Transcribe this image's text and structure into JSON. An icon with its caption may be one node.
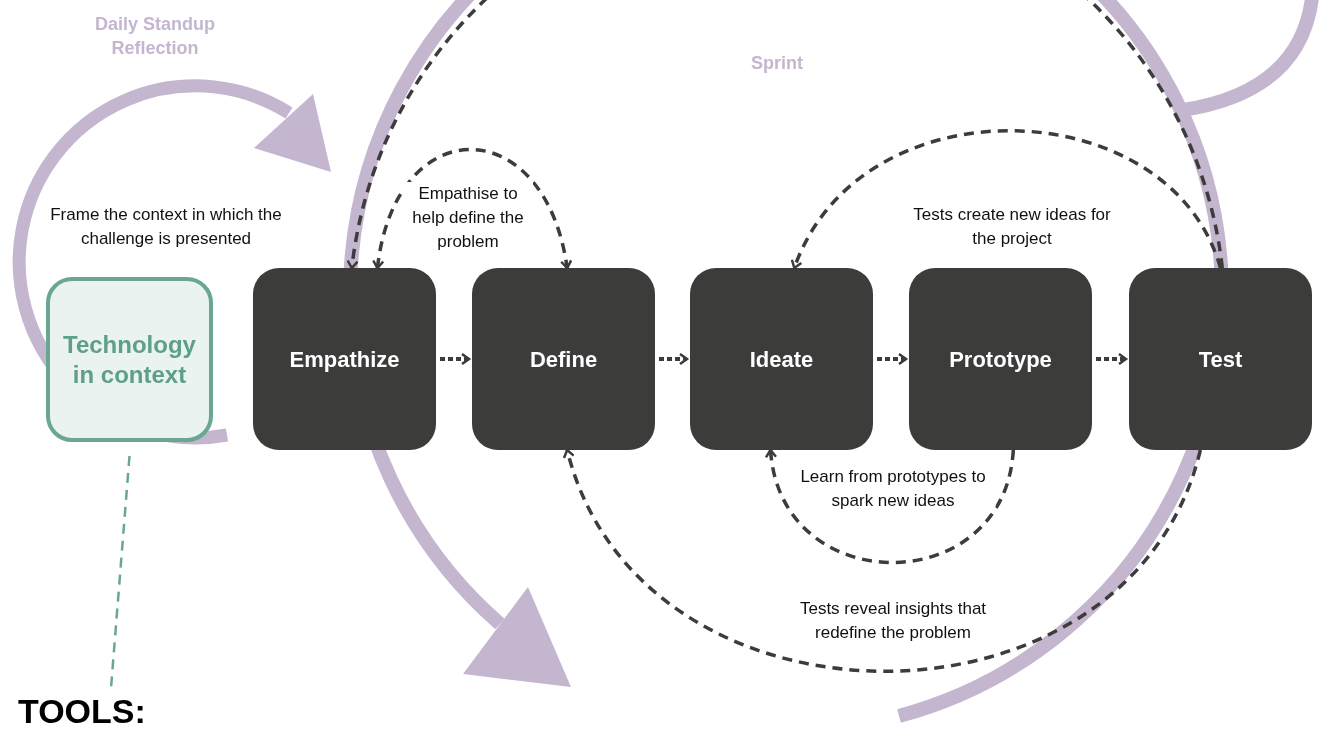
{
  "diagram": {
    "nodes": [
      {
        "text": [
          "Technology in context"
        ],
        "beside": [
          "Frame the context in which the challenge is presented"
        ]
      },
      {
        "text": [
          "Empathize"
        ]
      },
      {
        "text": [
          "Define"
        ]
      },
      {
        "text": [
          "Ideate"
        ]
      },
      {
        "text": [
          "Prototype"
        ]
      },
      {
        "text": [
          "Test"
        ]
      },
      {
        "text": [
          "TOOLS:"
        ]
      }
    ],
    "edges": [
      {
        "from": 1,
        "to": 2,
        "arrow": "to",
        "style": "dashed"
      },
      {
        "from": 2,
        "to": 3,
        "arrow": "to",
        "style": "dashed"
      },
      {
        "from": 3,
        "to": 4,
        "arrow": "to",
        "style": "dashed"
      },
      {
        "from": 4,
        "to": 5,
        "arrow": "to",
        "style": "dashed"
      },
      {
        "from": 1,
        "to": 2,
        "arrow": "both",
        "style": "dashed",
        "label": "Empathise to help define the problem"
      },
      {
        "from": 5,
        "to": 3,
        "arrow": "to",
        "style": "dashed",
        "label": "Tests create new ideas for the project"
      },
      {
        "from": 4,
        "to": 3,
        "arrow": "to",
        "style": "dashed",
        "label": "Learn from prototypes to spark new ideas"
      },
      {
        "from": 5,
        "to": 2,
        "arrow": "to",
        "style": "dashed",
        "label": "Tests reveal insights that redefine the problem"
      },
      {
        "from": 5,
        "to": 1,
        "arrow": "to",
        "style": "dashed"
      },
      {
        "from": 0,
        "to": 6,
        "arrow": "none",
        "style": "dashed",
        "color": "#6aa792"
      }
    ],
    "labels": [
      "Daily Standup Reflection",
      "Sprint"
    ]
  }
}
